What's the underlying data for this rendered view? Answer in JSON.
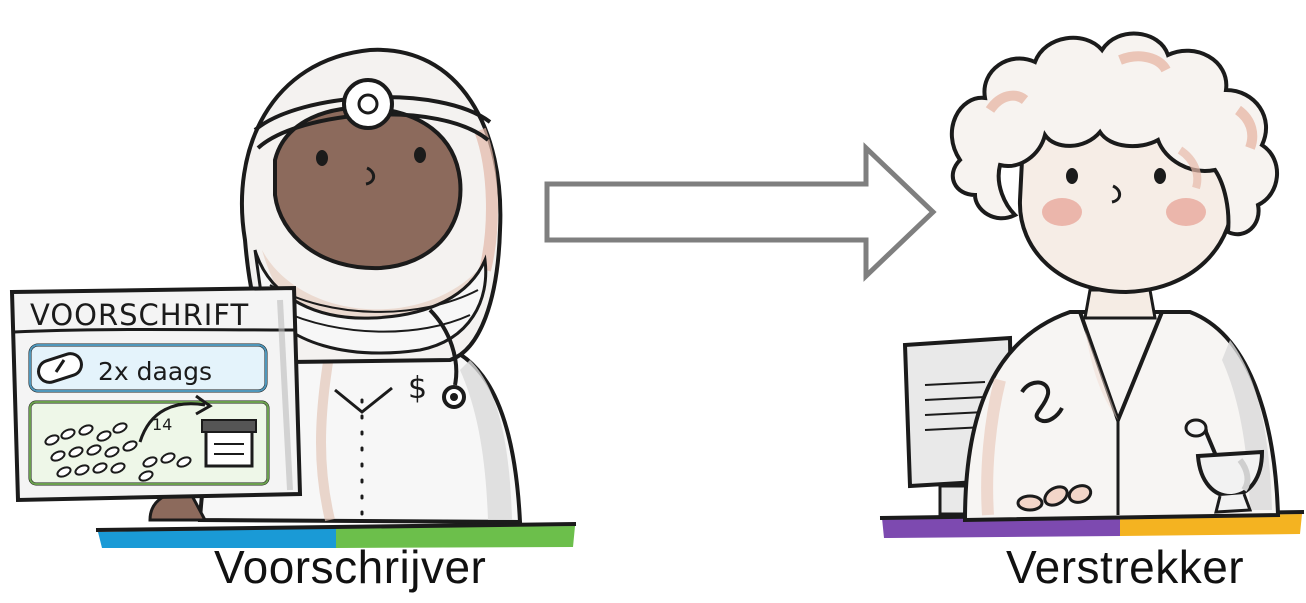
{
  "roles": {
    "prescriber_label": "Voorschrijver",
    "dispenser_label": "Verstrekker"
  },
  "prescription_screen": {
    "title": "VOORSCHRIFT",
    "dosage": "2x daags",
    "quantity": "14"
  },
  "colors": {
    "arrow_fill": "#ffffff",
    "arrow_stroke": "#7f7f7f",
    "left_bar": [
      "#1a9ad6",
      "#6cbf4b"
    ],
    "right_bar": [
      "#7d4ab0",
      "#f4b321"
    ],
    "skin_dark": "#8c6a5c",
    "skin_light": "#f5ece4",
    "blush": "#e9a79c"
  }
}
